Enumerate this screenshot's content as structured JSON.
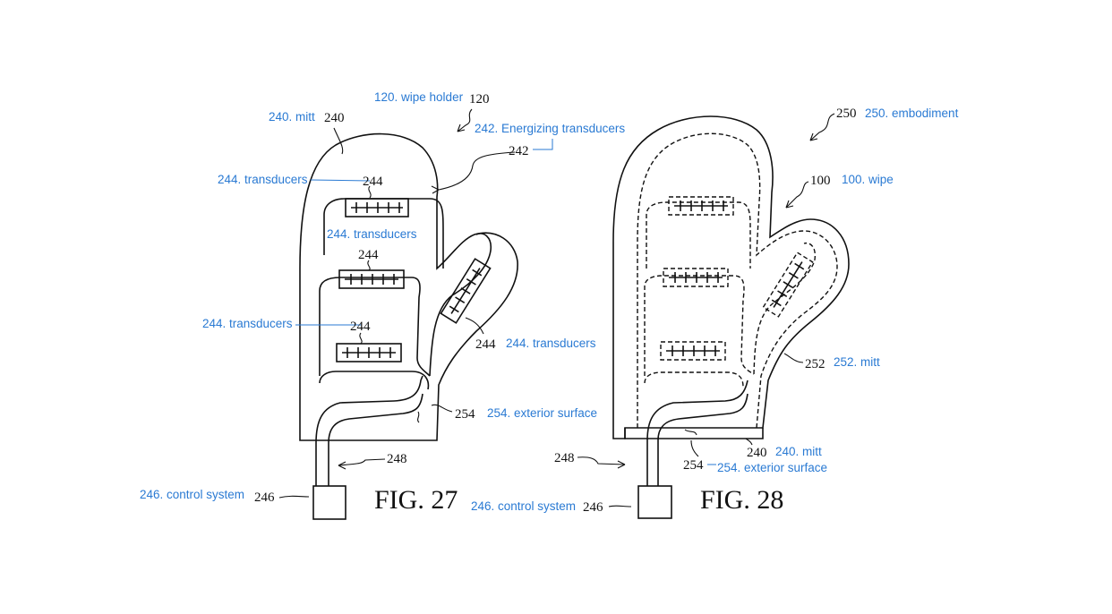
{
  "figures": {
    "fig27": "FIG. 27",
    "fig28": "FIG. 28"
  },
  "refs": {
    "r120": "120",
    "r240": "240",
    "r242": "242",
    "r244": "244",
    "r246": "246",
    "r248": "248",
    "r254": "254",
    "r250": "250",
    "r100": "100",
    "r252": "252"
  },
  "annotations": {
    "wipe_holder": "120. wipe holder",
    "mitt_240": "240. mitt",
    "energizing": "242. Energizing transducers",
    "transducers": "244. transducers",
    "control_system": "246. control system",
    "exterior_surface": "254. exterior surface",
    "embodiment": "250. embodiment",
    "wipe": "100. wipe",
    "mitt_252": "252. mitt"
  }
}
